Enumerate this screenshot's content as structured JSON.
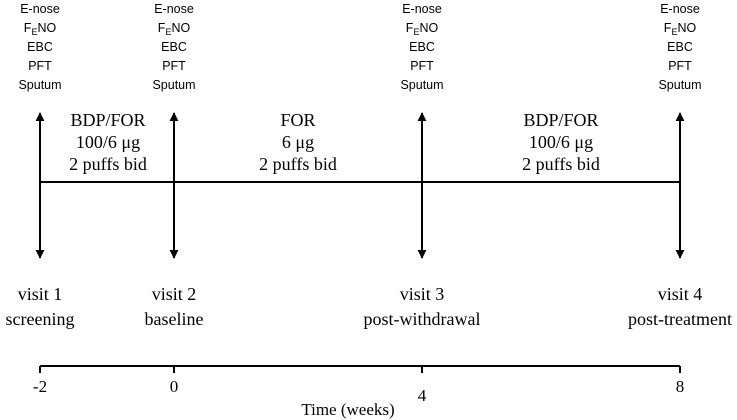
{
  "measurements": {
    "enose": "E-nose",
    "fe_main": "F",
    "fe_sub": "E",
    "fe_tail": "NO",
    "ebc": "EBC",
    "pft": "PFT",
    "sputum": "Sputum"
  },
  "treatments": [
    {
      "drug": "BDP/FOR",
      "dose": "100/6 μg",
      "regimen": "2 puffs bid"
    },
    {
      "drug": "FOR",
      "dose": "6 μg",
      "regimen": "2 puffs bid"
    },
    {
      "drug": "BDP/FOR",
      "dose": "100/6 μg",
      "regimen": "2 puffs bid"
    }
  ],
  "visits": [
    {
      "name": "visit 1",
      "label": "screening"
    },
    {
      "name": "visit 2",
      "label": "baseline"
    },
    {
      "name": "visit 3",
      "label": "post-withdrawal"
    },
    {
      "name": "visit 4",
      "label": "post-treatment"
    }
  ],
  "time_axis": {
    "ticks": [
      "-2",
      "0",
      "4",
      "8"
    ],
    "title": "Time (weeks)"
  }
}
